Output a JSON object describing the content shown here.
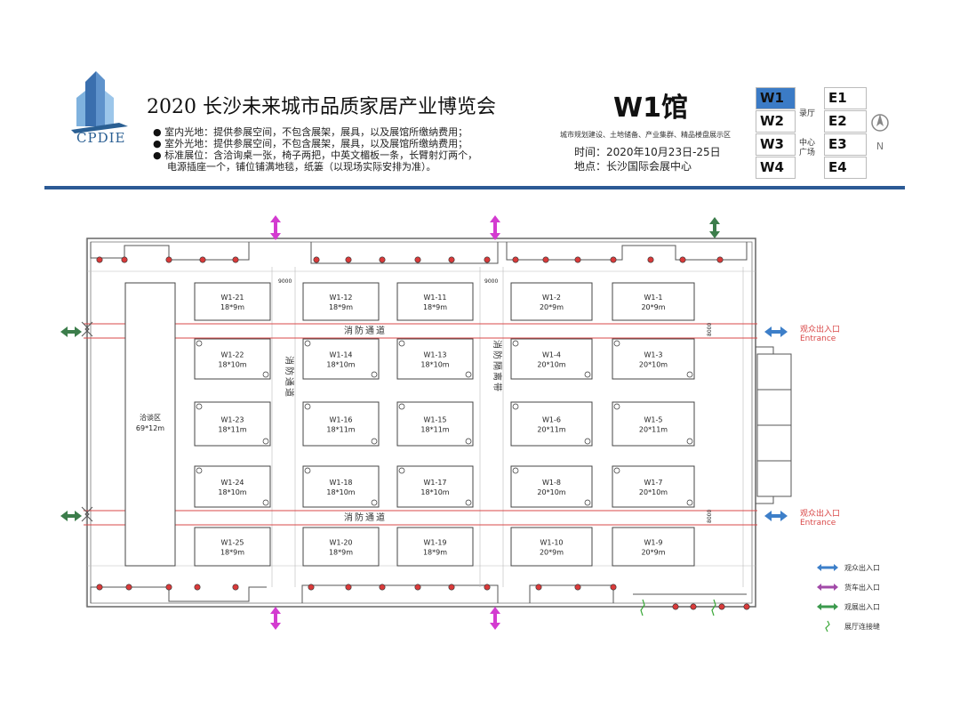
{
  "header": {
    "logo_text": "CPDIE",
    "title": "2020 长沙未来城市品质家居产业博览会",
    "hall": "W1馆",
    "notes": [
      "室内光地：提供参展空间，不包含展架，展具，以及展馆所缴纳费用；",
      "室外光地：提供参展空间，不包含展架，展具，以及展馆所缴纳费用；",
      "标准展位：含洽询桌一张，椅子两把，中英文楣板一条，长臂射灯两个，",
      "电源插座一个，铺位铺满地毯，纸篓（以现场实际安排为准）。"
    ],
    "subtitle": "城市规划建设、土地储备、产业集群、精品楼盘展示区",
    "time": "时间：2020年10月23日-25日",
    "place": "地点：长沙国际会展中心"
  },
  "mini_map": {
    "west": [
      "W1",
      "W2",
      "W3",
      "W4"
    ],
    "east": [
      "E1",
      "E2",
      "E3",
      "E4"
    ],
    "middle_top": "录厅",
    "middle_bottom": "中心广场",
    "active": "W1",
    "compass": "N"
  },
  "floor": {
    "booths": [
      {
        "id": "W1-21",
        "size": "18*9m"
      },
      {
        "id": "W1-12",
        "size": "18*9m"
      },
      {
        "id": "W1-11",
        "size": "18*9m"
      },
      {
        "id": "W1-2",
        "size": "20*9m"
      },
      {
        "id": "W1-1",
        "size": "20*9m"
      },
      {
        "id": "W1-22",
        "size": "18*10m"
      },
      {
        "id": "W1-14",
        "size": "18*10m"
      },
      {
        "id": "W1-13",
        "size": "18*10m"
      },
      {
        "id": "W1-4",
        "size": "20*10m"
      },
      {
        "id": "W1-3",
        "size": "20*10m"
      },
      {
        "id": "W1-23",
        "size": "18*11m"
      },
      {
        "id": "W1-16",
        "size": "18*11m"
      },
      {
        "id": "W1-15",
        "size": "18*11m"
      },
      {
        "id": "W1-6",
        "size": "20*11m"
      },
      {
        "id": "W1-5",
        "size": "20*11m"
      },
      {
        "id": "W1-24",
        "size": "18*10m"
      },
      {
        "id": "W1-18",
        "size": "18*10m"
      },
      {
        "id": "W1-17",
        "size": "18*10m"
      },
      {
        "id": "W1-8",
        "size": "20*10m"
      },
      {
        "id": "W1-7",
        "size": "20*10m"
      },
      {
        "id": "W1-25",
        "size": "18*9m"
      },
      {
        "id": "W1-20",
        "size": "18*9m"
      },
      {
        "id": "W1-19",
        "size": "18*9m"
      },
      {
        "id": "W1-10",
        "size": "20*9m"
      },
      {
        "id": "W1-9",
        "size": "20*9m"
      }
    ],
    "negotiation_area": {
      "label": "洽谈区",
      "size": "69*12m"
    },
    "fire_lane": "消防通道",
    "fire_separation": "消防隔离带",
    "dims": [
      "9000",
      "9000",
      "8000",
      "8000"
    ],
    "entrance_cn": "观众出入口",
    "entrance_en": "Entrance",
    "legend": [
      {
        "label": "观众出入口",
        "color": "#3d7fc9"
      },
      {
        "label": "货车出入口",
        "color": "#a24aa8"
      },
      {
        "label": "观展出入口",
        "color": "#3c9a4e"
      },
      {
        "label": "展厅连接缝",
        "color": "#3aa838"
      }
    ]
  },
  "colors": {
    "rule": "#2c5a95",
    "red_line": "#d94848",
    "blue_arrow": "#3d7fc9",
    "magenta_arrow": "#d33bd0",
    "green_arrow": "#3c7d4b"
  }
}
